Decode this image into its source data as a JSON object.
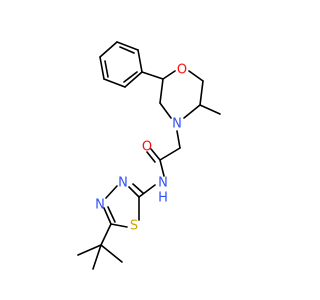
{
  "molecule": {
    "atoms": {
      "morpholine_o": {
        "symbol": "O",
        "color": "#ff0d0d"
      },
      "morpholine_n": {
        "symbol": "N",
        "color": "#3050f8"
      },
      "amide_o": {
        "symbol": "O",
        "color": "#ff0d0d"
      },
      "amide_nh": {
        "symbol": "N",
        "color": "#3050f8"
      },
      "amide_h": {
        "symbol": "H",
        "color": "#3050f8"
      },
      "thiadiazole_n3": {
        "symbol": "N",
        "color": "#3050f8"
      },
      "thiadiazole_n4": {
        "symbol": "N",
        "color": "#3050f8"
      },
      "thiadiazole_s": {
        "symbol": "S",
        "color": "#c8a800"
      }
    }
  }
}
